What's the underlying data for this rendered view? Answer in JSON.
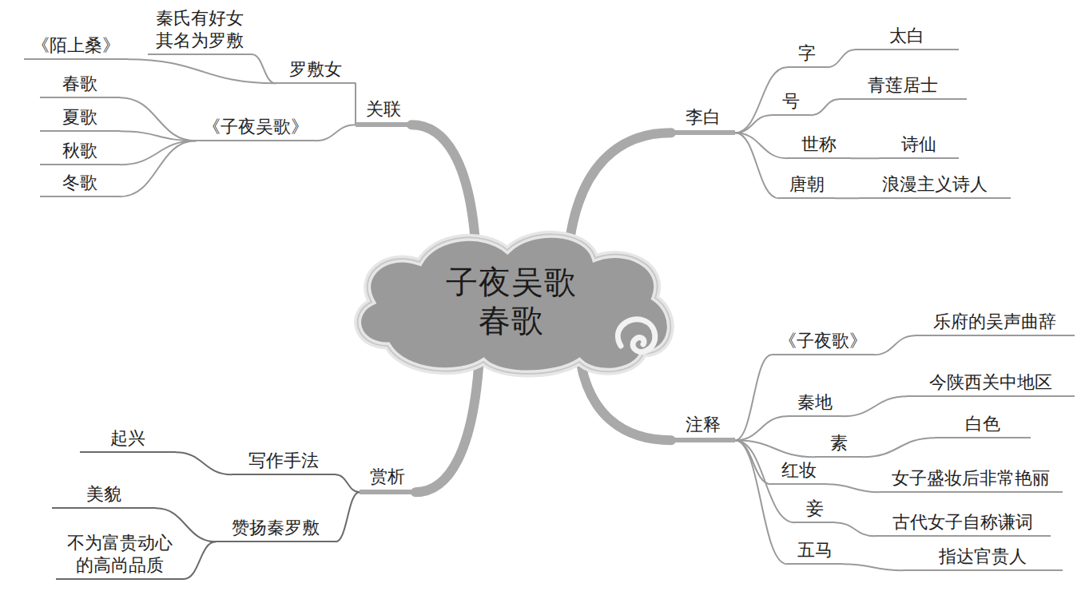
{
  "diagram": {
    "nodes": [
      {
        "text": [
          "子夜吴歌 春歌"
        ]
      },
      {
        "text": [
          "李白"
        ]
      },
      {
        "text": [
          "字"
        ]
      },
      {
        "text": [
          "太白"
        ]
      },
      {
        "text": [
          "号"
        ]
      },
      {
        "text": [
          "青莲居士"
        ]
      },
      {
        "text": [
          "世称"
        ]
      },
      {
        "text": [
          "诗仙"
        ]
      },
      {
        "text": [
          "唐朝"
        ]
      },
      {
        "text": [
          "浪漫主义诗人"
        ]
      },
      {
        "text": [
          "注释"
        ]
      },
      {
        "text": [
          "《子夜歌》"
        ]
      },
      {
        "text": [
          "乐府的吴声曲辞"
        ]
      },
      {
        "text": [
          "秦地"
        ]
      },
      {
        "text": [
          "今陕西关中地区"
        ]
      },
      {
        "text": [
          "素"
        ]
      },
      {
        "text": [
          "白色"
        ]
      },
      {
        "text": [
          "红妆"
        ]
      },
      {
        "text": [
          "女子盛妆后非常艳丽"
        ]
      },
      {
        "text": [
          "妾"
        ]
      },
      {
        "text": [
          "古代女子自称谦词"
        ]
      },
      {
        "text": [
          "五马"
        ]
      },
      {
        "text": [
          "指达官贵人"
        ]
      },
      {
        "text": [
          "赏析"
        ]
      },
      {
        "text": [
          "写作手法"
        ]
      },
      {
        "text": [
          "起兴"
        ]
      },
      {
        "text": [
          "赞扬秦罗敷"
        ]
      },
      {
        "text": [
          "美貌"
        ]
      },
      {
        "text": [
          "不为富贵动心 的高尚品质"
        ]
      },
      {
        "text": [
          "关联"
        ]
      },
      {
        "text": [
          "罗敷女"
        ]
      },
      {
        "text": [
          "秦氏有好女 其名为罗敷"
        ]
      },
      {
        "text": [
          "《陌上桑》"
        ]
      },
      {
        "text": [
          "《子夜吴歌》"
        ]
      },
      {
        "text": [
          "春歌"
        ]
      },
      {
        "text": [
          "夏歌"
        ]
      },
      {
        "text": [
          "秋歌"
        ]
      },
      {
        "text": [
          "冬歌"
        ]
      }
    ],
    "edges": [
      {
        "from": 0,
        "to": 1,
        "arrow": "none"
      },
      {
        "from": 0,
        "to": 10,
        "arrow": "none"
      },
      {
        "from": 0,
        "to": 23,
        "arrow": "none"
      },
      {
        "from": 0,
        "to": 29,
        "arrow": "none"
      },
      {
        "from": 1,
        "to": 2,
        "arrow": "none"
      },
      {
        "from": 2,
        "to": 3,
        "arrow": "none"
      },
      {
        "from": 1,
        "to": 4,
        "arrow": "none"
      },
      {
        "from": 4,
        "to": 5,
        "arrow": "none"
      },
      {
        "from": 1,
        "to": 6,
        "arrow": "none"
      },
      {
        "from": 6,
        "to": 7,
        "arrow": "none"
      },
      {
        "from": 1,
        "to": 8,
        "arrow": "none"
      },
      {
        "from": 8,
        "to": 9,
        "arrow": "none"
      },
      {
        "from": 10,
        "to": 11,
        "arrow": "none"
      },
      {
        "from": 11,
        "to": 12,
        "arrow": "none"
      },
      {
        "from": 10,
        "to": 13,
        "arrow": "none"
      },
      {
        "from": 13,
        "to": 14,
        "arrow": "none"
      },
      {
        "from": 10,
        "to": 15,
        "arrow": "none"
      },
      {
        "from": 15,
        "to": 16,
        "arrow": "none"
      },
      {
        "from": 10,
        "to": 17,
        "arrow": "none"
      },
      {
        "from": 17,
        "to": 18,
        "arrow": "none"
      },
      {
        "from": 10,
        "to": 19,
        "arrow": "none"
      },
      {
        "from": 19,
        "to": 20,
        "arrow": "none"
      },
      {
        "from": 10,
        "to": 21,
        "arrow": "none"
      },
      {
        "from": 21,
        "to": 22,
        "arrow": "none"
      },
      {
        "from": 23,
        "to": 24,
        "arrow": "none"
      },
      {
        "from": 24,
        "to": 25,
        "arrow": "none"
      },
      {
        "from": 23,
        "to": 26,
        "arrow": "none"
      },
      {
        "from": 26,
        "to": 27,
        "arrow": "none"
      },
      {
        "from": 26,
        "to": 28,
        "arrow": "none"
      },
      {
        "from": 29,
        "to": 30,
        "arrow": "none"
      },
      {
        "from": 30,
        "to": 31,
        "arrow": "none"
      },
      {
        "from": 30,
        "to": 32,
        "arrow": "none"
      },
      {
        "from": 29,
        "to": 33,
        "arrow": "none"
      },
      {
        "from": 33,
        "to": 34,
        "arrow": "none"
      },
      {
        "from": 33,
        "to": 35,
        "arrow": "none"
      },
      {
        "from": 33,
        "to": 36,
        "arrow": "none"
      },
      {
        "from": 33,
        "to": 37,
        "arrow": "none"
      }
    ]
  }
}
